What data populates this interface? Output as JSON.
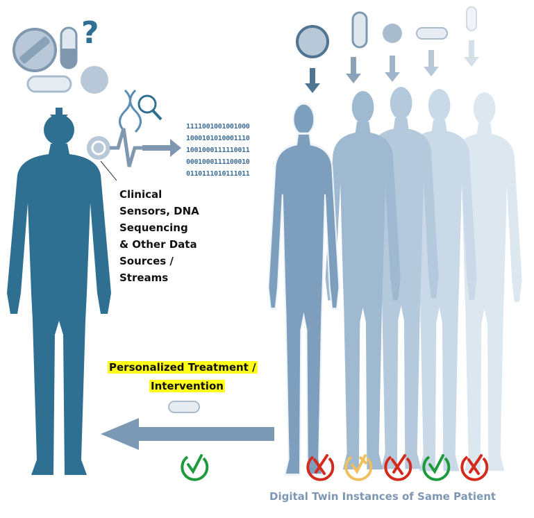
{
  "icons": [
    "pill-icon",
    "capsule-icon",
    "question-mark-icon",
    "tablet-icon",
    "dna-search-icon",
    "sensor-icon",
    "arrow-right-icon",
    "arrow-down-icon",
    "arrow-left-icon"
  ],
  "question_mark": "?",
  "binary_lines": [
    "1111001001001000",
    "1000101010001110",
    "1001000111110011",
    "0001000111100010",
    "0110111010111011"
  ],
  "sources_label": [
    "Clinical",
    "Sensors, DNA",
    "Sequencing",
    "& Other Data",
    "Sources /",
    "Streams"
  ],
  "treatment_label": [
    "Personalized Treatment /",
    "Intervention"
  ],
  "outcomes": {
    "patient": "check",
    "twins": [
      "cross",
      "partial",
      "cross",
      "check",
      "cross"
    ]
  },
  "caption": "Digital Twin Instances of Same Patient",
  "colors": {
    "figure": "#2f6f92",
    "twin": "#7d9fbd",
    "check": "#1e9a3c",
    "cross": "#d42a1e",
    "partial": "#f0c060",
    "highlight": "#ffff1a",
    "caption": "#7d97b3"
  }
}
